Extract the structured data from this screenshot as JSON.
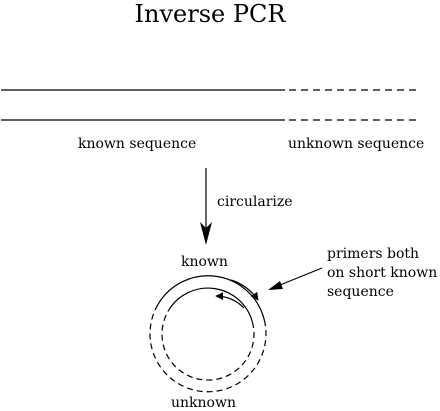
{
  "title": "Inverse PCR",
  "labels": {
    "known_sequence": "known sequence",
    "unknown_sequence": "unknown sequence",
    "circularize": "circularize",
    "known": "known",
    "unknown": "unknown"
  },
  "note": {
    "lines": [
      "primers both",
      "on short known",
      "sequence"
    ]
  },
  "colors": {
    "stroke": "#000000",
    "background": "#ffffff"
  }
}
